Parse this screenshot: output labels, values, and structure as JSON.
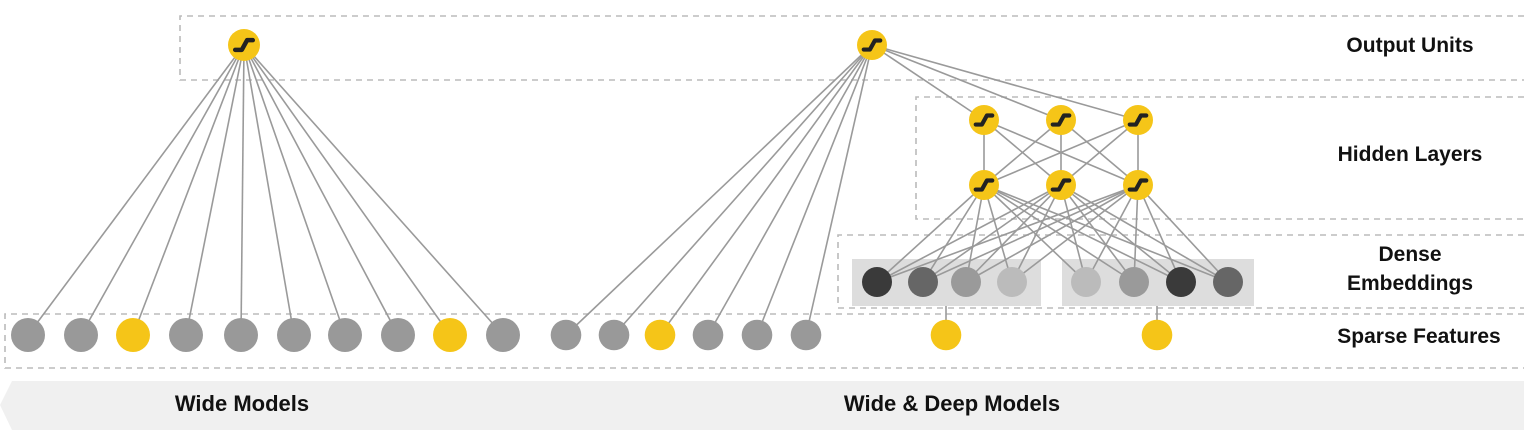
{
  "labels": {
    "output_units": "Output Units",
    "hidden_layers": "Hidden Layers",
    "dense_embeddings_line1": "Dense",
    "dense_embeddings_line2": "Embeddings",
    "sparse_features": "Sparse Features",
    "wide_models": "Wide Models",
    "wide_deep_models": "Wide & Deep Models"
  },
  "colors": {
    "active_unit": "#F5C518",
    "sparse_inactive": "#999999",
    "connection": "#9a9a9a",
    "dashed_border": "#bbbbbb",
    "embedding_group_bg": "#dddddd",
    "bottom_band": "#f0f0f0",
    "embedding_shades": [
      "#3a3a3a",
      "#666666",
      "#9a9a9a",
      "#bbbbbb"
    ]
  },
  "icons": {
    "unit_activation": "activation-curve-icon"
  }
}
